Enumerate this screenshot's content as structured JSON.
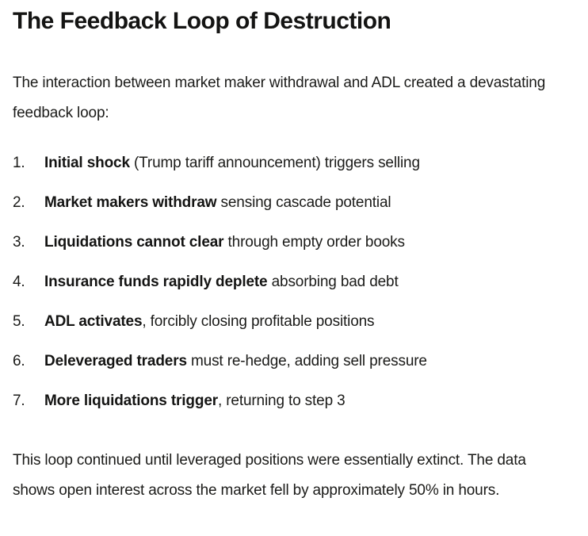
{
  "colors": {
    "background": "#ffffff",
    "heading_text": "#141413",
    "body_text": "#1b1b19"
  },
  "article": {
    "heading": "The Feedback Loop of Destruction",
    "intro": "The interaction between market maker withdrawal and ADL created a devastating feedback loop:",
    "list_items": [
      {
        "number": "1.",
        "lead": "Initial shock",
        "rest": " (Trump tariff announcement) triggers selling"
      },
      {
        "number": "2.",
        "lead": "Market makers withdraw",
        "rest": " sensing cascade potential"
      },
      {
        "number": "3.",
        "lead": "Liquidations cannot clear",
        "rest": " through empty order books"
      },
      {
        "number": "4.",
        "lead": "Insurance funds rapidly deplete",
        "rest": " absorbing bad debt"
      },
      {
        "number": "5.",
        "lead": "ADL activates",
        "rest": ", forcibly closing profitable positions"
      },
      {
        "number": "6.",
        "lead": "Deleveraged traders",
        "rest": " must re-hedge, adding sell pressure"
      },
      {
        "number": "7.",
        "lead": "More liquidations trigger",
        "rest": ", returning to step 3"
      }
    ],
    "outro": "This loop continued until leveraged positions were essentially extinct. The data shows open interest across the market fell by approximately 50% in hours."
  }
}
